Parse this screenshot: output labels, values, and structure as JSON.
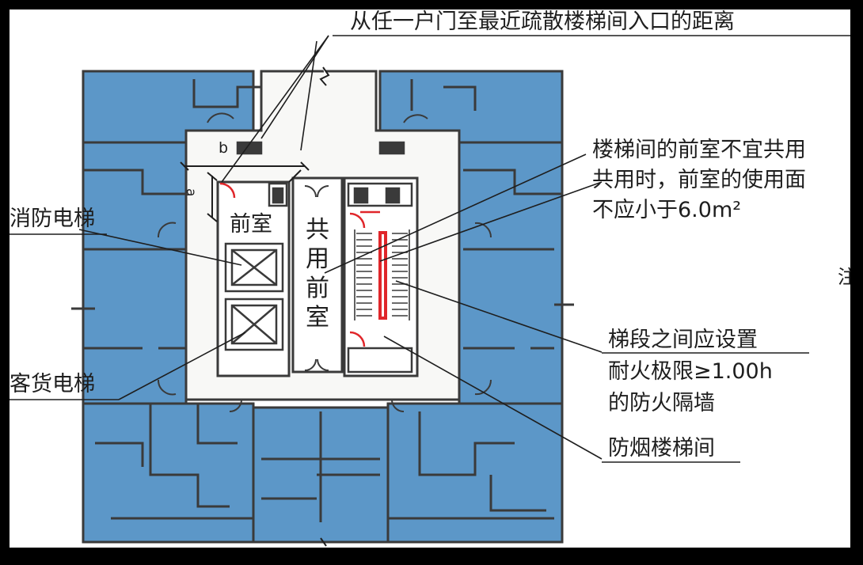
{
  "labels": {
    "top_note": "从任一户门至最近疏散楼梯间入口的距离",
    "right_note_line1": "楼梯间的前室不宜共用",
    "right_note_line2": "共用时，前室的使用面",
    "right_note_line3": "不应小于6.0m²",
    "fire_elevator": "消防电梯",
    "freight_elevator": "客货电梯",
    "front_room": "前室",
    "shared_front_room": [
      "共",
      "用",
      "前",
      "室"
    ],
    "partition_line1": "梯段之间应设置",
    "partition_line2": "耐火极限≥1.00h",
    "partition_line3": "的防火隔墙",
    "smoke_stair": "防烟楼梯间",
    "dim_b": "b",
    "dim_a": "a",
    "edge_char": "注"
  },
  "colors": {
    "unit_blue": "#5c97c8",
    "wall": "#3a3a3a",
    "core_white": "#f8f8f6",
    "paper": "#ffffff",
    "fire_red": "#e0262a",
    "frame": "#000000"
  }
}
